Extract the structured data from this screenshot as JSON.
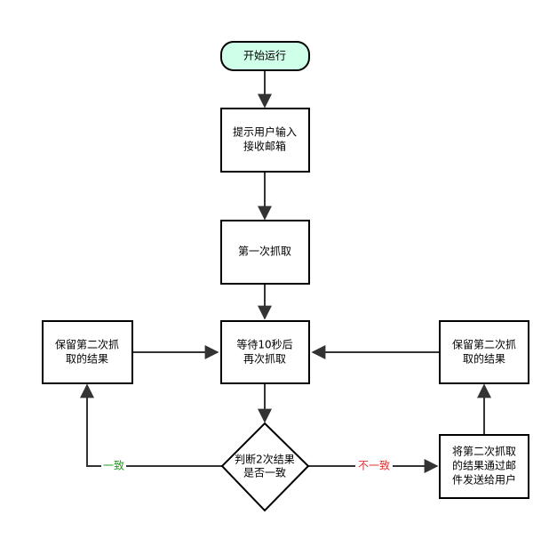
{
  "colors": {
    "start_fill": "#cfffe8",
    "node_fill": "#ffffff",
    "stroke": "#000000",
    "edge": "#333333",
    "yes_label": "#1e9b1e",
    "no_label": "#e03030"
  },
  "nodes": {
    "start": {
      "label": "开始运行"
    },
    "prompt": {
      "label_line1": "提示用户输入",
      "label_line2": "接收邮箱"
    },
    "first_fetch": {
      "label": "第一次抓取"
    },
    "wait_refetch": {
      "label_line1": "等待10秒后",
      "label_line2": "再次抓取"
    },
    "keep_left": {
      "label_line1": "保留第二次抓",
      "label_line2": "取的结果"
    },
    "keep_right": {
      "label_line1": "保留第二次抓",
      "label_line2": "取的结果"
    },
    "decision": {
      "label_line1": "判断2次结果",
      "label_line2": "是否一致"
    },
    "send_mail": {
      "label_line1": "将第二次抓取",
      "label_line2": "的结果通过邮",
      "label_line3": "件发送给用户"
    }
  },
  "edges": {
    "yes_label": "一致",
    "no_label": "不一致"
  }
}
